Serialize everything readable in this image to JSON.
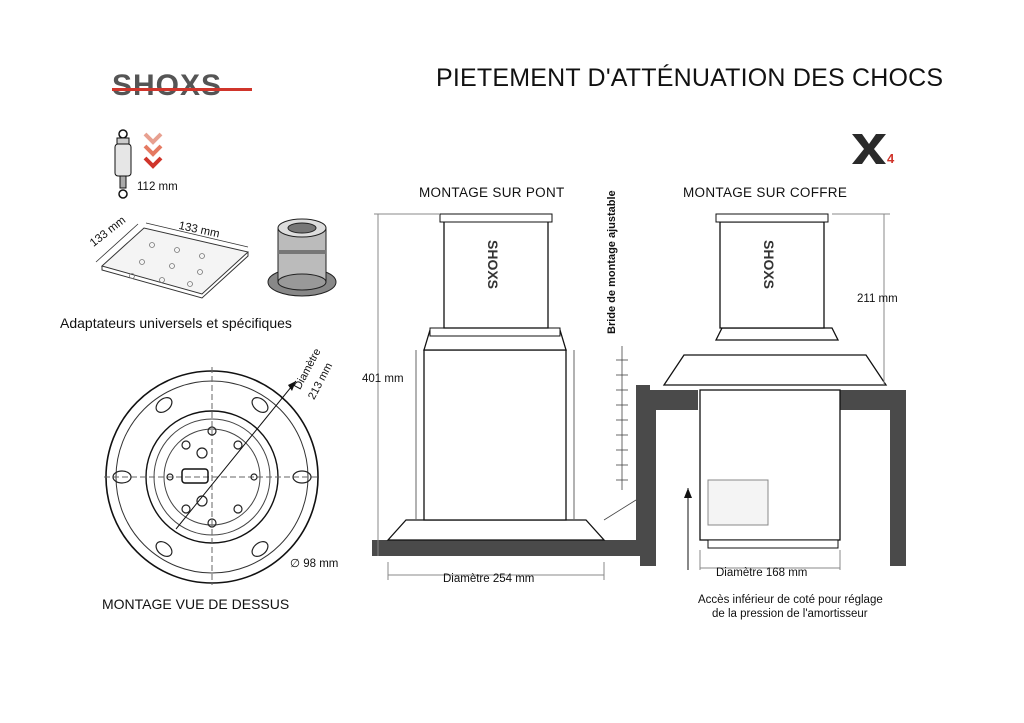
{
  "header": {
    "logo_text": "SHOXS",
    "title": "PIETEMENT D'ATTÉNUATION DES CHOCS",
    "model_badge": "X4"
  },
  "left_panel": {
    "shock_length": "112 mm",
    "plate_dim_a": "133 mm",
    "plate_dim_b": "133 mm",
    "adapters_caption": "Adaptateurs universels et spécifiques",
    "top_view_diameter_label": "Diamètre",
    "top_view_diameter_value": "213 mm",
    "hole_diameter": "∅ 98 mm",
    "top_view_caption": "MONTAGE VUE DE DESSUS"
  },
  "deck_mount": {
    "heading": "MONTAGE SUR PONT",
    "height": "401 mm",
    "base_diameter": "Diamètre 254 mm",
    "bracket_label": "Bride de montage ajustable"
  },
  "box_mount": {
    "heading": "MONTAGE SUR COFFRE",
    "height": "211 mm",
    "diameter": "Diamètre 168 mm",
    "access_note_line1": "Accès inférieur de coté pour réglage",
    "access_note_line2": "de la pression de l'amortisseur"
  },
  "colors": {
    "brand_red": "#d0352b",
    "line": "#111111",
    "deck_fill": "#4a4a4a",
    "logo_gray": "#555555"
  }
}
